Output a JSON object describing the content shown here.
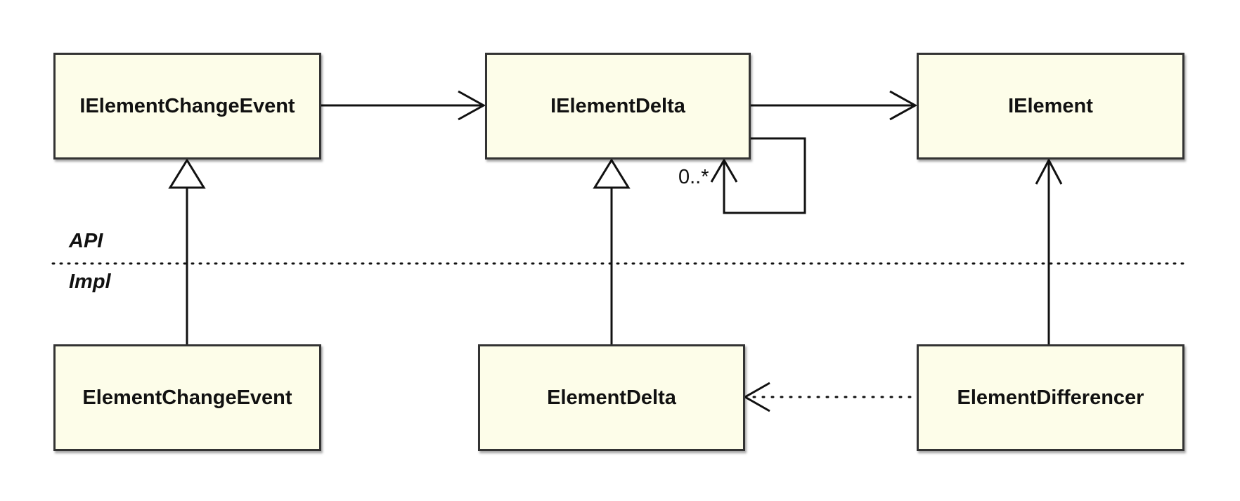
{
  "diagram": {
    "classes": {
      "ielementchangeevent": "IElementChangeEvent",
      "ielementdelta": "IElementDelta",
      "ielement": "IElement",
      "elementchangeevent": "ElementChangeEvent",
      "elementdelta": "ElementDelta",
      "elementdifferencer": "ElementDifferencer"
    },
    "zones": {
      "api": "API",
      "impl": "Impl"
    },
    "self_association_multiplicity": "0..*",
    "colors": {
      "box_fill": "#fdfde9",
      "stroke": "#111111"
    }
  }
}
